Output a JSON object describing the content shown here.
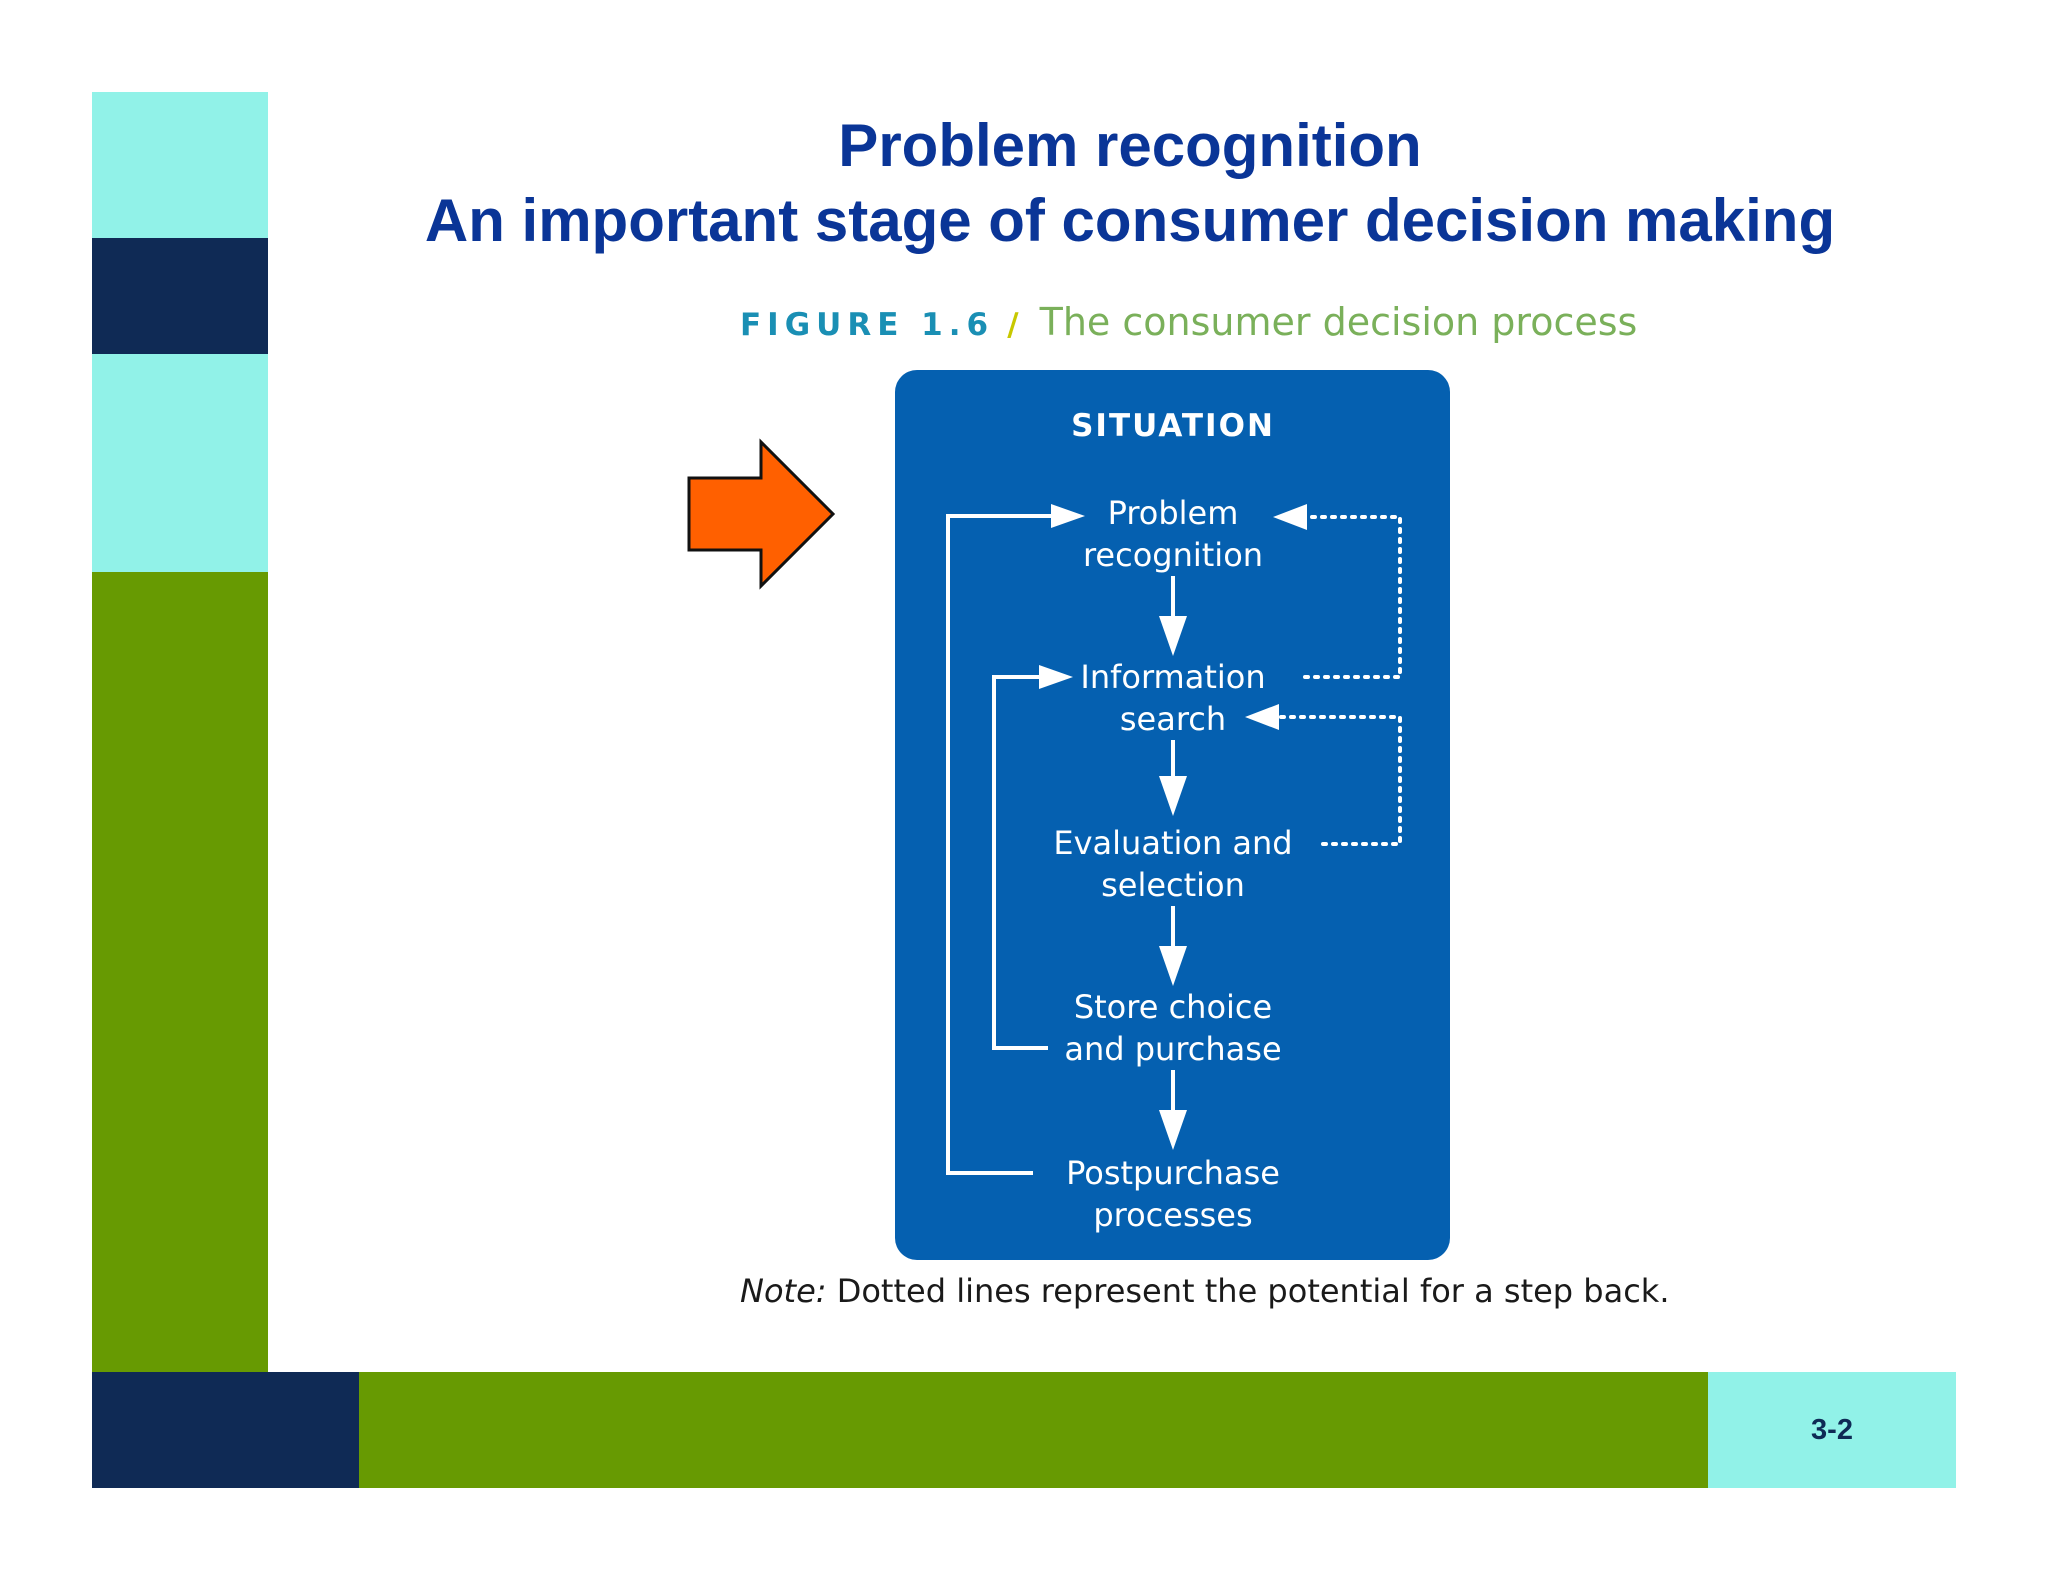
{
  "slide": {
    "title_line1": "Problem recognition",
    "title_line2": "An important stage of consumer decision making",
    "page_number": "3-2"
  },
  "figure": {
    "label": "FIGURE 1.6",
    "separator": "/",
    "caption": "The consumer decision process",
    "container_title": "SITUATION",
    "steps": [
      {
        "line1": "Problem",
        "line2": "recognition"
      },
      {
        "line1": "Information",
        "line2": "search"
      },
      {
        "line1": "Evaluation and",
        "line2": "selection"
      },
      {
        "line1": "Store choice",
        "line2": "and purchase"
      },
      {
        "line1": "Postpurchase",
        "line2": "processes"
      }
    ],
    "note_prefix": "Note:",
    "note_text": " Dotted lines represent the potential for a step back."
  },
  "colors": {
    "title_blue": "#0a3597",
    "diagram_blue": "#0560b0",
    "aqua": "#91f2e8",
    "navy": "#0f2a55",
    "green": "#679a02",
    "highlight_arrow": "#ff6000"
  }
}
